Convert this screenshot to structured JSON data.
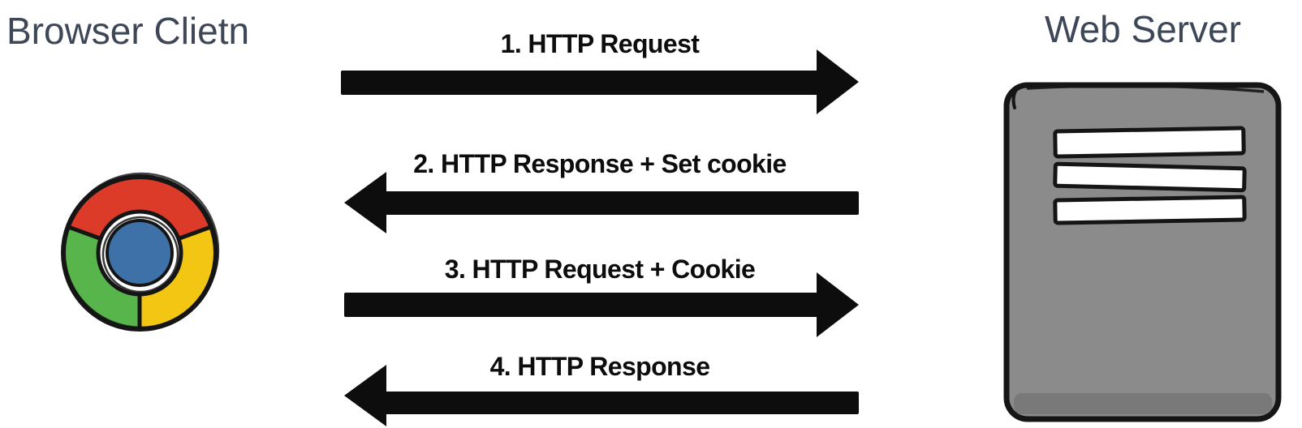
{
  "diagram": {
    "client": {
      "title": "Browser Clietn",
      "icon": "chrome-browser-icon"
    },
    "server": {
      "title": "Web Server",
      "icon": "web-server-icon"
    },
    "steps": [
      {
        "number": "1",
        "label": "1. HTTP Request",
        "direction": "right"
      },
      {
        "number": "2",
        "label": "2. HTTP Response + Set cookie",
        "direction": "left"
      },
      {
        "number": "3",
        "label": "3. HTTP Request + Cookie",
        "direction": "right"
      },
      {
        "number": "4",
        "label": "4. HTTP Response",
        "direction": "left"
      }
    ],
    "colors": {
      "arrow_black": "#0d0d0d",
      "title_text": "#3d4757",
      "chrome_red": "#dd3b2a",
      "chrome_green": "#58b54c",
      "chrome_yellow": "#f2c612",
      "chrome_blue": "#3e71a8",
      "server_gray": "#8b8b8b",
      "server_gray_dark": "#797979",
      "slot_white": "#ffffff",
      "ink": "#151515"
    }
  }
}
